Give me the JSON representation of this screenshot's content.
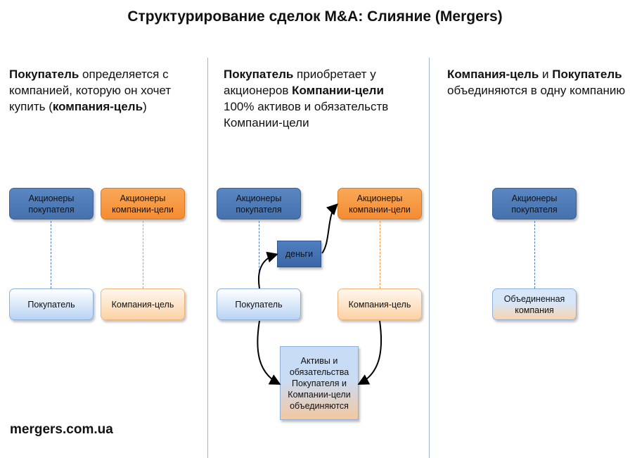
{
  "title": "Структурирование сделок M&A:  Слияние (Mergers)",
  "footer": "mergers.com.ua",
  "columns": [
    {
      "desc": [
        {
          "t": "Покупатель",
          "b": true
        },
        {
          "t": " определяется с компанией, которую он хочет купить (",
          "b": false
        },
        {
          "t": "компания-цель",
          "b": true
        },
        {
          "t": ")",
          "b": false
        }
      ],
      "boxes": {
        "buyer_shareholders": "Акционеры покупателя",
        "target_shareholders": "Акционеры компании-цели",
        "buyer": "Покупатель",
        "target": "Компания-цель"
      }
    },
    {
      "desc": [
        {
          "t": "Покупатель",
          "b": true
        },
        {
          "t": "  приобретает у акционеров ",
          "b": false
        },
        {
          "t": "Компании-цели",
          "b": true
        },
        {
          "t": " 100%  активов и обязательств Компании-цели",
          "b": false
        }
      ],
      "boxes": {
        "buyer_shareholders": "Акционеры покупателя",
        "target_shareholders": "Акционеры компании-цели",
        "buyer": "Покупатель",
        "target": "Компания-цель",
        "money": "деньги",
        "assets": "Активы и обязательства Покупателя и Компании-цели объединяются"
      }
    },
    {
      "desc": [
        {
          "t": "Компания-цель",
          "b": true
        },
        {
          "t": "  и ",
          "b": false
        },
        {
          "t": "Покупатель",
          "b": true
        },
        {
          "t": " объединяются в одну компанию",
          "b": false
        }
      ],
      "boxes": {
        "shareholders": "Акционеры покупателя",
        "merged": "Объединенная компания"
      }
    }
  ],
  "colors": {
    "dark_blue": "#4f7cb9",
    "orange": "#f79a45",
    "divider": "#9fb6cf"
  }
}
